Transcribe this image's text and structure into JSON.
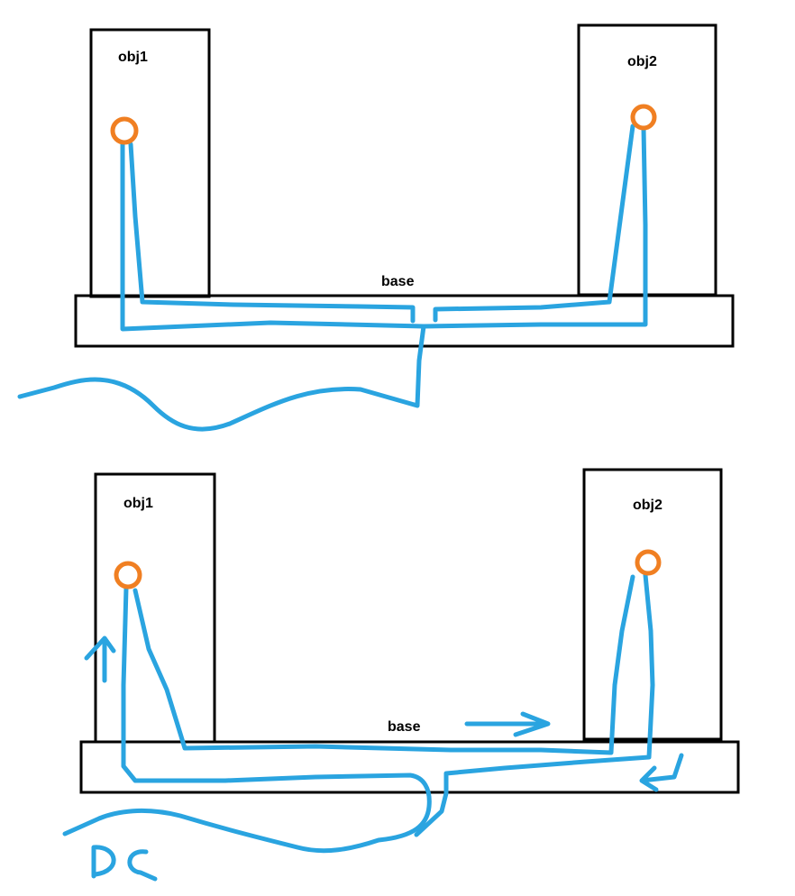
{
  "colors": {
    "wire": "#2aa4e0",
    "node": "#f07f22",
    "outline": "#000000"
  },
  "top_diagram": {
    "obj1_label": "obj1",
    "obj2_label": "obj2",
    "base_label": "base"
  },
  "bottom_diagram": {
    "obj1_label": "obj1",
    "obj2_label": "obj2",
    "base_label": "base",
    "handwritten_note": "DC"
  }
}
